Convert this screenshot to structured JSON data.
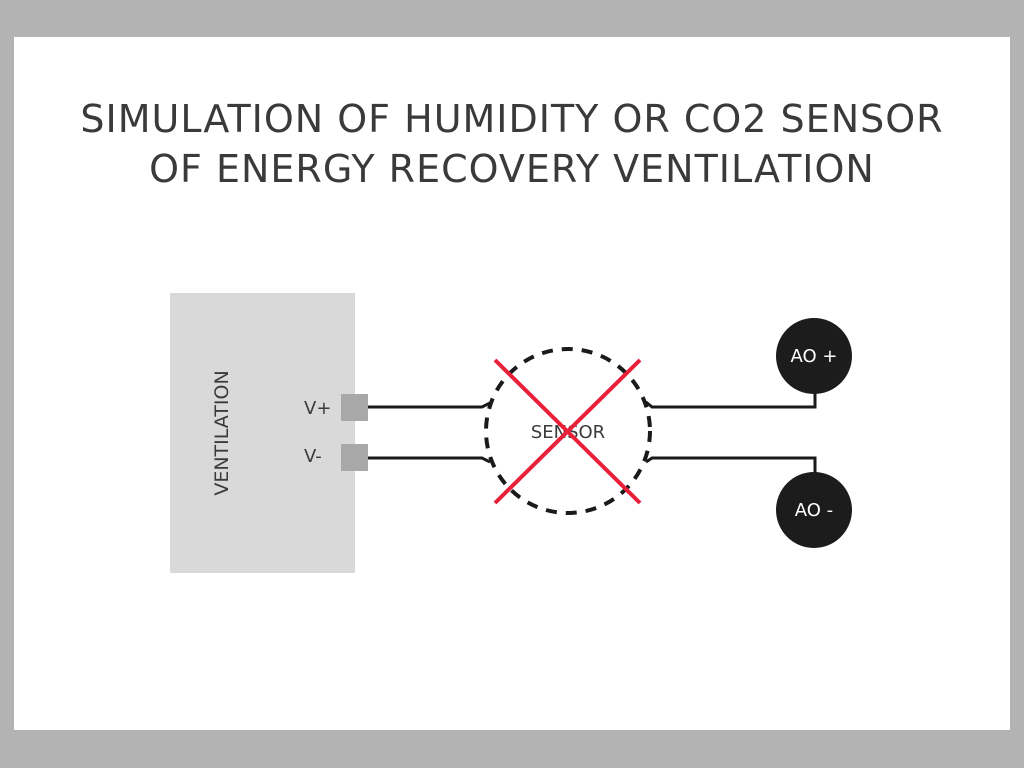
{
  "title": {
    "line1": "SIMULATION OF HUMIDITY OR CO2 SENSOR",
    "line2": "OF ENERGY RECOVERY VENTILATION"
  },
  "ventilation": {
    "label": "VENTILATION",
    "terminal_plus": "V+",
    "terminal_minus": "V-"
  },
  "sensor": {
    "label": "SENSOR",
    "status": "crossed-out",
    "cross_color": "#e8203a"
  },
  "outputs": {
    "plus": "AO +",
    "minus": "AO -"
  },
  "colors": {
    "frame": "#b3b3b3",
    "ventilation_box": "#d9d9d9",
    "terminal": "#a8a8a8",
    "wire": "#1a1a1a",
    "ao_circle": "#1c1c1c"
  }
}
